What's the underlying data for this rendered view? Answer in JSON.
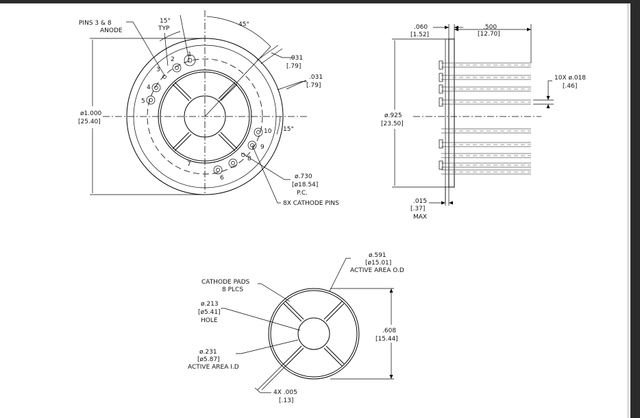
{
  "front_view": {
    "pins_3_8": "PINS 3 & 8",
    "anode": "ANODE",
    "angle_15": "15°",
    "typ": "TYP",
    "angle_45": "45°",
    "dim_031_a": ".031",
    "dim_031_a_mm": "[.79]",
    "dim_031_b": ".031",
    "dim_031_b_mm": "[.79]",
    "dia_1000": "ø1.000",
    "dia_1000_mm": "[25.40]",
    "angle_15b": "15°",
    "pc_dia": "ø.730",
    "pc_dia_mm": "[ø18.54]",
    "pc": "P.C.",
    "cathode_pins": "8X CATHODE PINS",
    "pin_numbers": [
      "1",
      "2",
      "3",
      "4",
      "5",
      "6",
      "7",
      "8",
      "9",
      "10"
    ]
  },
  "side_view": {
    "dim_060": ".060",
    "dim_060_mm": "[1.52]",
    "dim_500": ".500",
    "dim_500_mm": "[12.70]",
    "pin_dia": "10X ø.018",
    "pin_dia_mm": "[.46]",
    "dia_925": "ø.925",
    "dia_925_mm": "[23.50]",
    "dim_015": ".015",
    "dim_015_mm": "[.37]",
    "max": "MAX"
  },
  "detail_view": {
    "area_od": "ø.591",
    "area_od_mm": "[ø15.01]",
    "area_od_label": "ACTIVE AREA O.D",
    "cathode_pads": "CATHODE PADS",
    "plcs": "8 PLCS",
    "hole_dia": "ø.213",
    "hole_dia_mm": "[ø5.41]",
    "hole": "HOLE",
    "dim_608": ".608",
    "dim_608_mm": "[15.44]",
    "area_id": "ø.231",
    "area_id_mm": "[ø5.87]",
    "area_id_label": "ACTIVE AREA I.D",
    "gap": "4X .005",
    "gap_mm": "[.13]"
  }
}
